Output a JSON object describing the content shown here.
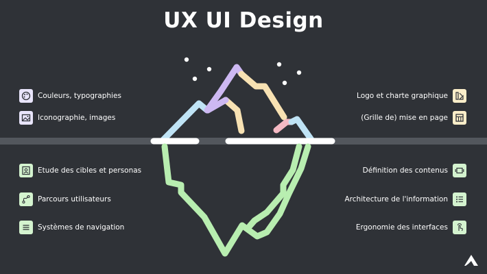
{
  "title": "UX UI Design",
  "above_water": {
    "left": [
      {
        "label": "Couleurs, typographies",
        "icon": "palette-icon",
        "color": "#e8e4fb"
      },
      {
        "label": "Iconographie, images",
        "icon": "image-icon",
        "color": "#e8e4fb"
      }
    ],
    "right": [
      {
        "label": "Logo et charte graphique",
        "icon": "design-tools-icon",
        "color": "#fbeec9"
      },
      {
        "label": "(Grille de) mise en page",
        "icon": "grid-layout-icon",
        "color": "#fbeec9"
      }
    ]
  },
  "below_water": {
    "left": [
      {
        "label": "Etude des cibles et personas",
        "icon": "persona-icon",
        "color": "#d4f3cf"
      },
      {
        "label": "Parcours utilisateurs",
        "icon": "user-journey-icon",
        "color": "#d4f3cf"
      },
      {
        "label": "Systèmes de navigation",
        "icon": "menu-icon",
        "color": "#d4f3cf"
      }
    ],
    "right": [
      {
        "label": "Définition des contenus",
        "icon": "content-icon",
        "color": "#d4f3cf"
      },
      {
        "label": "Architecture de l'information",
        "icon": "list-icon",
        "color": "#d4f3cf"
      },
      {
        "label": "Ergonomie des interfaces",
        "icon": "tap-icon",
        "color": "#d4f3cf"
      }
    ]
  },
  "colors": {
    "background": "#2f3237",
    "waterline": "#53575d",
    "ice_blue": "#bfe3f5",
    "ice_purple": "#cdb8f2",
    "ice_yellow": "#f8e2b3",
    "ice_pink": "#f5b9c3",
    "ice_green": "#b8eeb0",
    "white": "#ffffff"
  }
}
